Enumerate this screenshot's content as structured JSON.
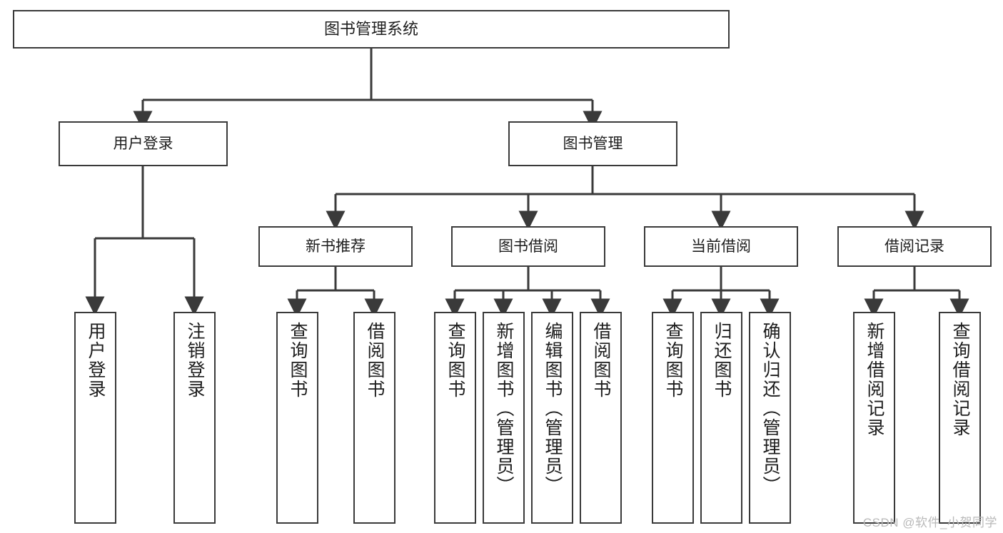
{
  "diagram": {
    "title": "图书管理系统",
    "type": "tree-hierarchy",
    "root": {
      "label": "图书管理系统"
    },
    "level2": [
      {
        "label": "用户登录"
      },
      {
        "label": "图书管理"
      }
    ],
    "level3": [
      {
        "label": "新书推荐"
      },
      {
        "label": "图书借阅"
      },
      {
        "label": "当前借阅"
      },
      {
        "label": "借阅记录"
      }
    ],
    "leaves": {
      "user_login": [
        {
          "label": "用户登录"
        },
        {
          "label": "注销登录"
        }
      ],
      "new_book_recommend": [
        {
          "label": "查询图书"
        },
        {
          "label": "借阅图书"
        }
      ],
      "book_borrow": [
        {
          "label": "查询图书"
        },
        {
          "label": "新增图书（管理员）"
        },
        {
          "label": "编辑图书（管理员）"
        },
        {
          "label": "借阅图书"
        }
      ],
      "current_borrow": [
        {
          "label": "查询图书"
        },
        {
          "label": "归还图书"
        },
        {
          "label": "确认归还（管理员）"
        }
      ],
      "borrow_record": [
        {
          "label": "新增借阅记录"
        },
        {
          "label": "查询借阅记录"
        }
      ]
    }
  },
  "watermark": {
    "text": "CSDN @软件_小贺同学"
  },
  "colors": {
    "border": "#3a3a3a",
    "text": "#1d1d1d",
    "background": "#ffffff",
    "watermark": "#b9b9b9"
  }
}
